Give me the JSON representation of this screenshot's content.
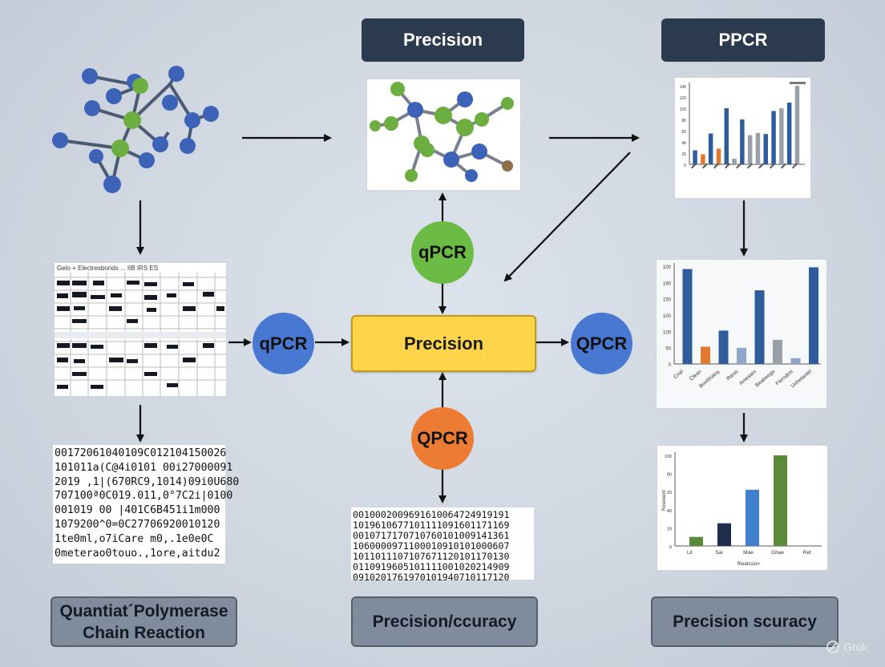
{
  "headers": {
    "precision": "Precision",
    "ppcr": "PPCR"
  },
  "center_box": "Precision",
  "circles": {
    "top": "qPCR",
    "left": "qPCR",
    "right": "QPCR",
    "bottom": "QPCR"
  },
  "footers": {
    "left_line1": "Quantiat´Polymerase",
    "left_line2": "Chain Reaction",
    "middle": "Precision/ccuracy",
    "right": "Precision scuracy"
  },
  "binary_left": [
    "00172061040109C012104150026",
    "101011a(C@4i0101 00i27000091",
    "2019 ,1|(670RC9,1014)09i0U680",
    "707100ª0C019.011,0°7C2i|0100",
    "001019 00 |401C6B451i1m000",
    "1079200^0=0C27706920010120",
    "1te0ml,o7iCare m0,.1e0e0C",
    "0meterao0touo.,1ore,aitdu2"
  ],
  "binary_middle": [
    "0010002009691610064724919191",
    "1019610677101111091601171169",
    "0010717170710760101009141361",
    "1060000971100010910101000607",
    "1011011107107671120101170130",
    "0110919605101111001020214909",
    "0910201761970101940710117120"
  ],
  "gel_header": "Gelo  + Electresbonds  ...  IIB   IRS   ES",
  "bar_chart_1": {
    "type": "bar",
    "y_ticks": [
      "140",
      "120",
      "100",
      "80",
      "60",
      "40",
      "20",
      "0"
    ],
    "ylim": [
      0,
      140
    ],
    "values": [
      25,
      18,
      55,
      28,
      100,
      10,
      80,
      52,
      56,
      54,
      95,
      100,
      110,
      140
    ],
    "colors": [
      "#2f5d9c",
      "#e07a31",
      "#2f5d9c",
      "#e07a31",
      "#2f5d9c",
      "#9aa0a8",
      "#2f5d9c",
      "#9aa0a8",
      "#9aa0a8",
      "#2f5d9c",
      "#2f5d9c",
      "#9aa0a8",
      "#2f5d9c",
      "#9aa0a8"
    ]
  },
  "bar_chart_2": {
    "type": "bar",
    "y_ticks": [
      "100",
      "160",
      "150",
      "100",
      "100",
      "50",
      "0"
    ],
    "ylim": [
      0,
      170
    ],
    "values": [
      165,
      30,
      58,
      28,
      128,
      42,
      10,
      168
    ],
    "colors": [
      "#2f5d9c",
      "#e07a31",
      "#2f5d9c",
      "#8ea6c8",
      "#2f5d9c",
      "#9aa0a8",
      "#8ea6c8",
      "#2f5d9c"
    ],
    "x_labels": [
      "Cnal",
      "Clean",
      "Bonhhatoy",
      "Ranis",
      "Amesten",
      "Bealreegs",
      "Fierndrm",
      "Unhetaniel"
    ]
  },
  "bar_chart_3": {
    "type": "bar",
    "y_ticks": [
      "100",
      "80",
      "20",
      "40",
      "20",
      "0"
    ],
    "ylim": [
      0,
      100
    ],
    "ylabel": "Resonent",
    "values": [
      10,
      25,
      62,
      100
    ],
    "colors": [
      "#5b8a3a",
      "#1e2d4a",
      "#3f7fcc",
      "#5b8a3a"
    ],
    "x_labels": [
      "Lil",
      "Sai",
      "Mae",
      "Ghae",
      "Ret"
    ],
    "xlabel": "Rteatssion"
  },
  "watermark": "Grok"
}
